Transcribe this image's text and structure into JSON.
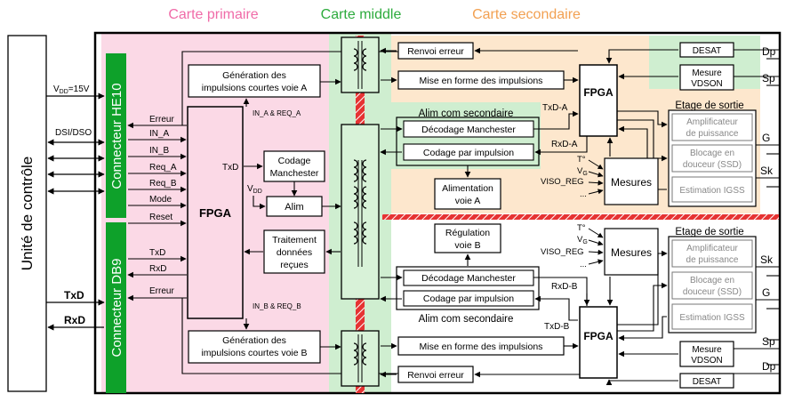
{
  "section_titles": {
    "primary": "Carte primaire",
    "middle": "Carte middle",
    "secondary": "Carte secondaire",
    "primary_color": "#f06ba8",
    "middle_color": "#2dab3d",
    "secondary_color": "#f2a051"
  },
  "controller": {
    "label": "Unité de contrôle"
  },
  "connectors": {
    "he10": "Connecteur HE10",
    "db9": "Connecteur DB9"
  },
  "left_signals": {
    "vdd": "V",
    "vdd_sub": "DD",
    "vdd_val": "=15V",
    "dsi": "DSI/DSO",
    "txd": "TxD",
    "rxd": "RxD"
  },
  "primary_pins": {
    "erreur_top": "Erreur",
    "in_a": "IN_A",
    "in_b": "IN_B",
    "req_a": "Req_A",
    "req_b": "Req_B",
    "mode": "Mode",
    "reset": "Reset",
    "txd": "TxD",
    "rxd": "RxD",
    "erreur_bottom": "Erreur"
  },
  "primary_blocks": {
    "fpga": "FPGA",
    "gen_a_line1": "Génération des",
    "gen_a_line2": "impulsions courtes voie A",
    "gen_b_line1": "Génération des",
    "gen_b_line2": "impulsions courtes voie B",
    "in_a_req_a": "IN_A & REQ_A",
    "in_b_req_b": "IN_B & REQ_B",
    "codage_line1": "Codage",
    "codage_line2": "Manchester",
    "alim": "Alim",
    "fpga_txd": "TxD",
    "alim_vdd": "V",
    "alim_vdd_sub": "DD",
    "traitement_line1": "Traitement",
    "traitement_line2": "données",
    "traitement_line3": "reçues"
  },
  "secondary_a": {
    "renvoi": "Renvoi erreur",
    "mise": "Mise en forme des impulsions",
    "fpga": "FPGA",
    "alim_com": "Alim com secondaire",
    "decodage": "Décodage Manchester",
    "codage": "Codage par impulsion",
    "txd": "TxD-A",
    "rxd": "RxD-A",
    "alimentation_line1": "Alimentation",
    "alimentation_line2": "voie A",
    "desat": "DESAT",
    "mesure_line1": "Mesure",
    "mesure_line2": "VDSON",
    "dp": "Dp",
    "sp": "Sp",
    "etage": "Etage de sortie",
    "ampli_line1": "Amplificateur",
    "ampli_line2": "de puissance",
    "blocage_line1": "Blocage en",
    "blocage_line2": "douceur (SSD)",
    "estimation": "Estimation IGSS",
    "g": "G",
    "sk": "Sk",
    "mesures": "Mesures",
    "t": "T°",
    "vg": "V",
    "vg_sub": "G",
    "viso": "VISO_REG",
    "dots": "..."
  },
  "secondary_b": {
    "regulation_line1": "Régulation",
    "regulation_line2": "voie B",
    "decodage": "Décodage Manchester",
    "codage": "Codage par impulsion",
    "alim_com": "Alim com secondaire",
    "rxd": "RxD-B",
    "txd": "TxD-B",
    "mise": "Mise en forme des impulsions",
    "renvoi": "Renvoi erreur",
    "fpga": "FPGA",
    "mesures": "Mesures",
    "t": "T°",
    "vg": "V",
    "vg_sub": "G",
    "viso": "VISO_REG",
    "dots": "...",
    "etage": "Etage de sortie",
    "ampli_line1": "Amplificateur",
    "ampli_line2": "de puissance",
    "blocage_line1": "Blocage en",
    "blocage_line2": "douceur (SSD)",
    "estimation": "Estimation IGSS",
    "sk": "Sk",
    "g": "G",
    "sp": "Sp",
    "dp": "Dp",
    "mesure_line1": "Mesure",
    "mesure_line2": "VDSON",
    "desat": "DESAT"
  }
}
